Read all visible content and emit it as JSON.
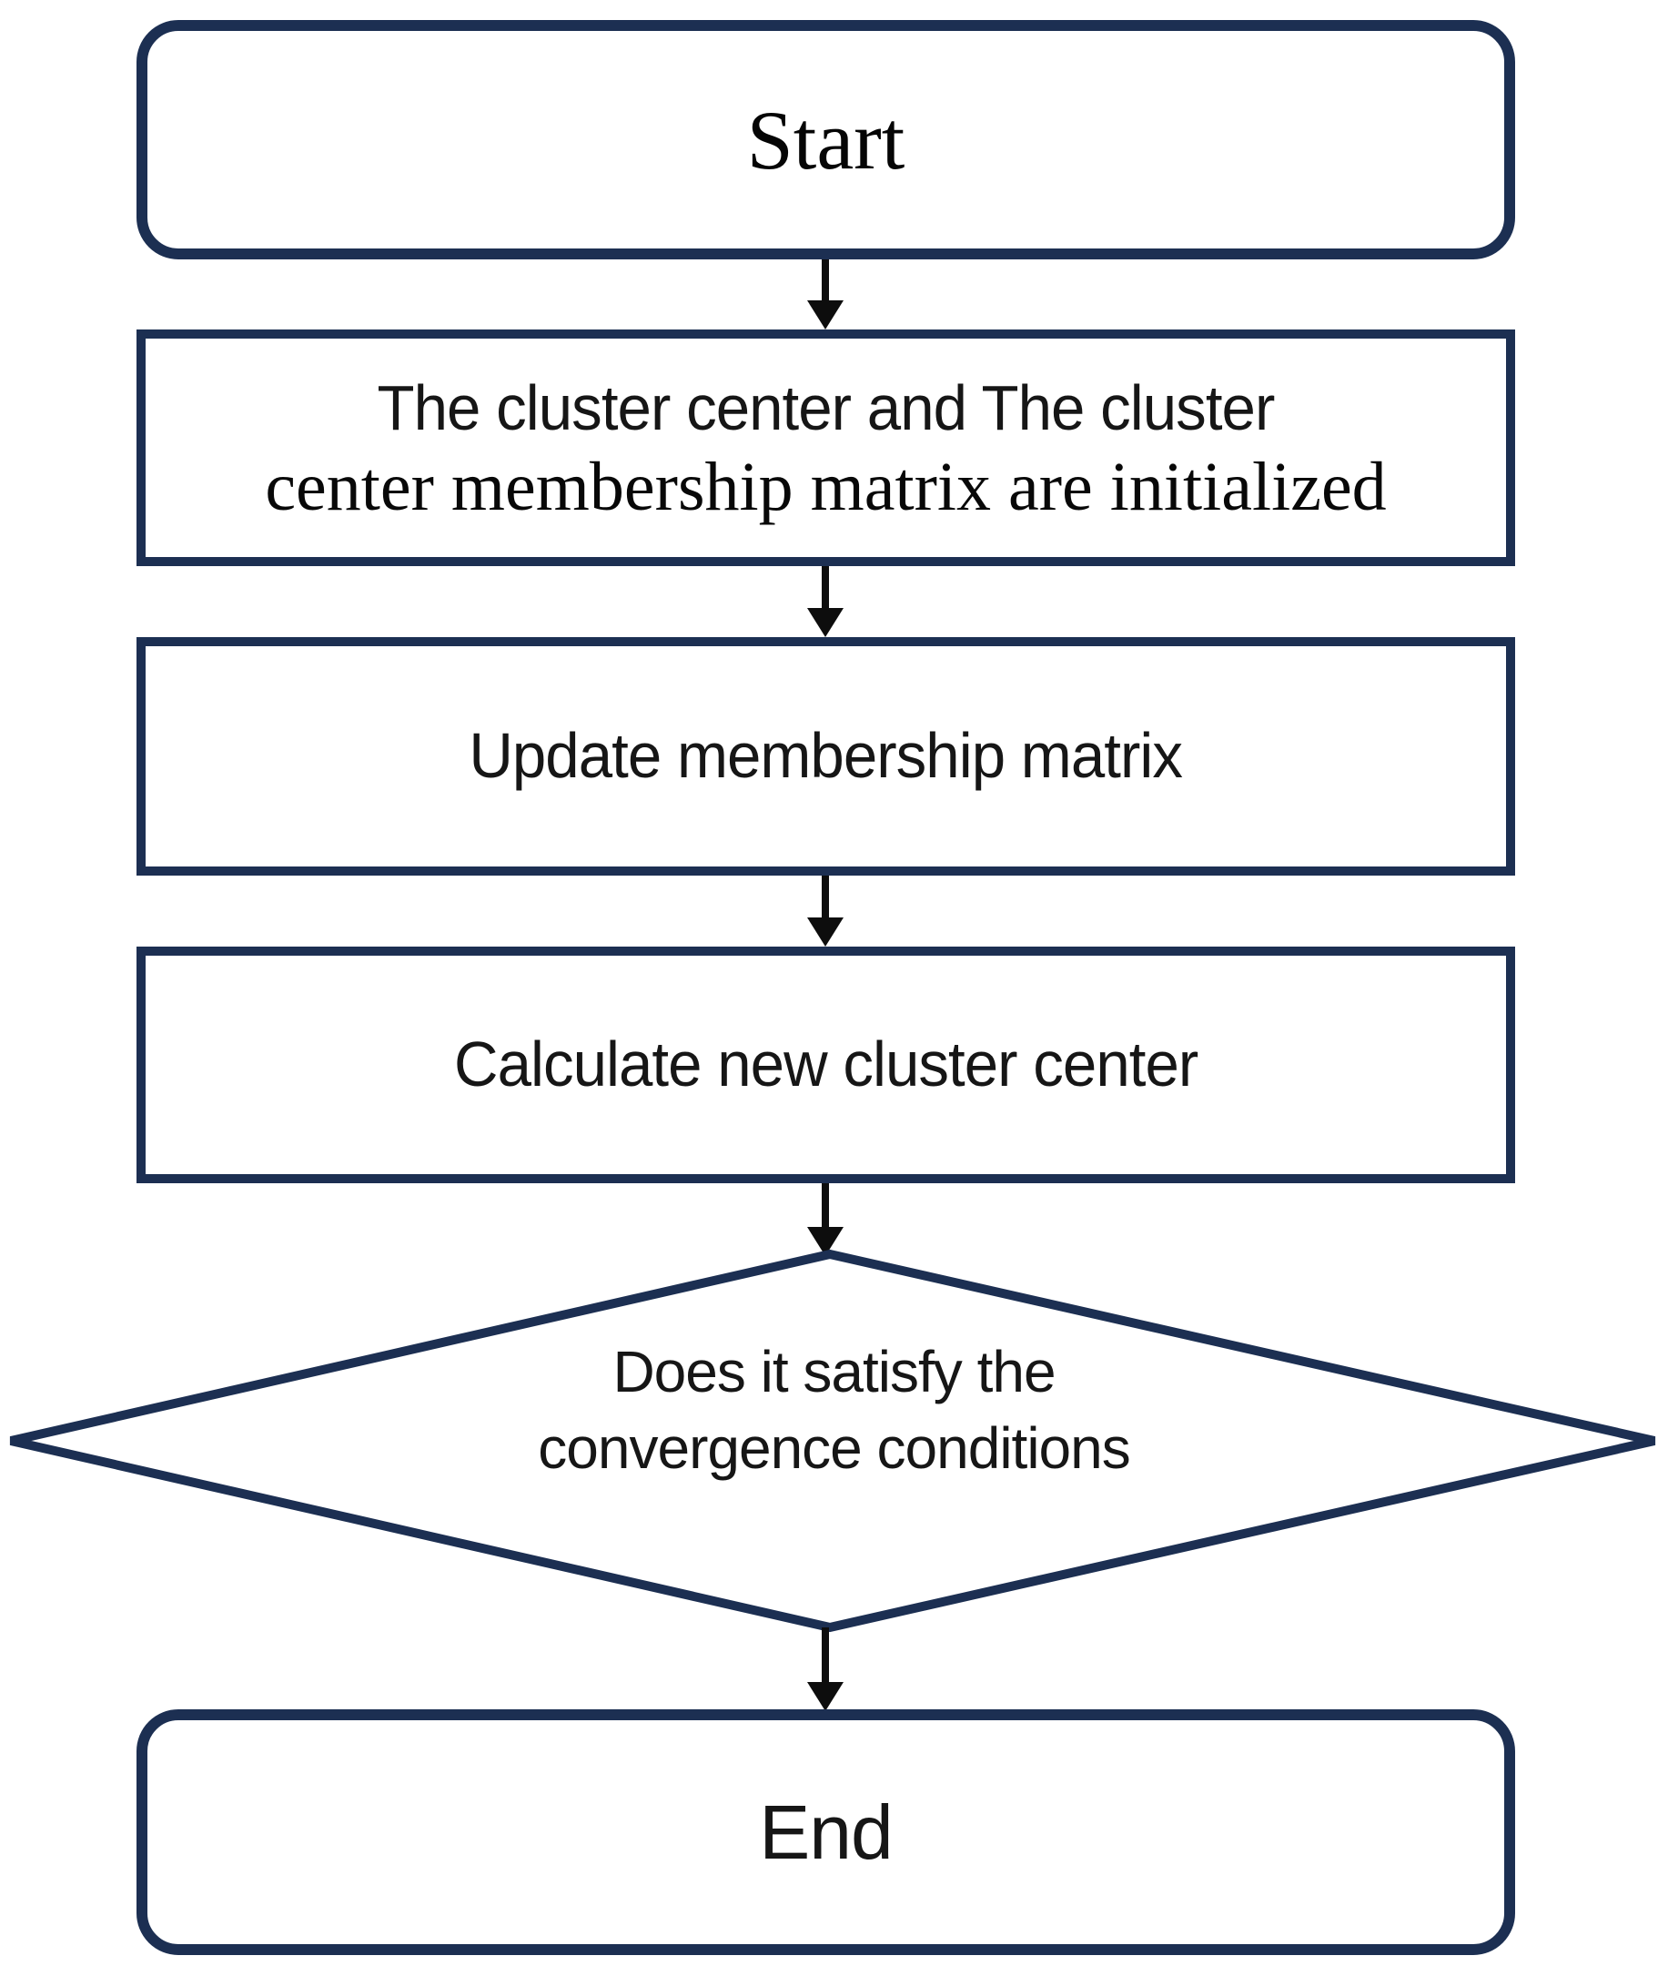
{
  "flowchart": {
    "title_implicit": "FCM clustering flowchart",
    "colors": {
      "node_border": "#1c2f52",
      "node_fill": "#ffffff",
      "arrow": "#0d0d0d",
      "text": "#161616"
    },
    "nodes": {
      "start": {
        "type": "terminator",
        "label": "Start"
      },
      "init": {
        "type": "process",
        "line1": "The cluster center and The cluster",
        "line2": "center membership matrix are initialized"
      },
      "update": {
        "type": "process",
        "label": "Update membership matrix"
      },
      "calculate": {
        "type": "process",
        "label": "Calculate new cluster center"
      },
      "decision": {
        "type": "decision",
        "line1": "Does it satisfy the",
        "line2": "convergence conditions"
      },
      "end": {
        "type": "terminator",
        "label": "End"
      }
    },
    "edges": [
      {
        "from": "start",
        "to": "init"
      },
      {
        "from": "init",
        "to": "update"
      },
      {
        "from": "update",
        "to": "calculate"
      },
      {
        "from": "calculate",
        "to": "decision"
      },
      {
        "from": "decision",
        "to": "end"
      }
    ]
  }
}
